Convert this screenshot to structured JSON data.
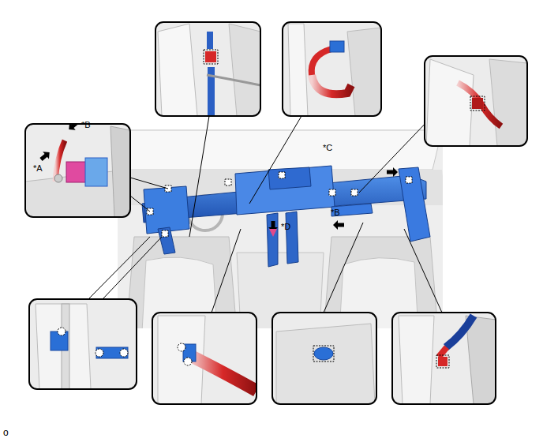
{
  "diagram": {
    "labels": [
      "*C",
      "*B",
      "*A",
      "*B",
      "*D",
      "o"
    ]
  }
}
